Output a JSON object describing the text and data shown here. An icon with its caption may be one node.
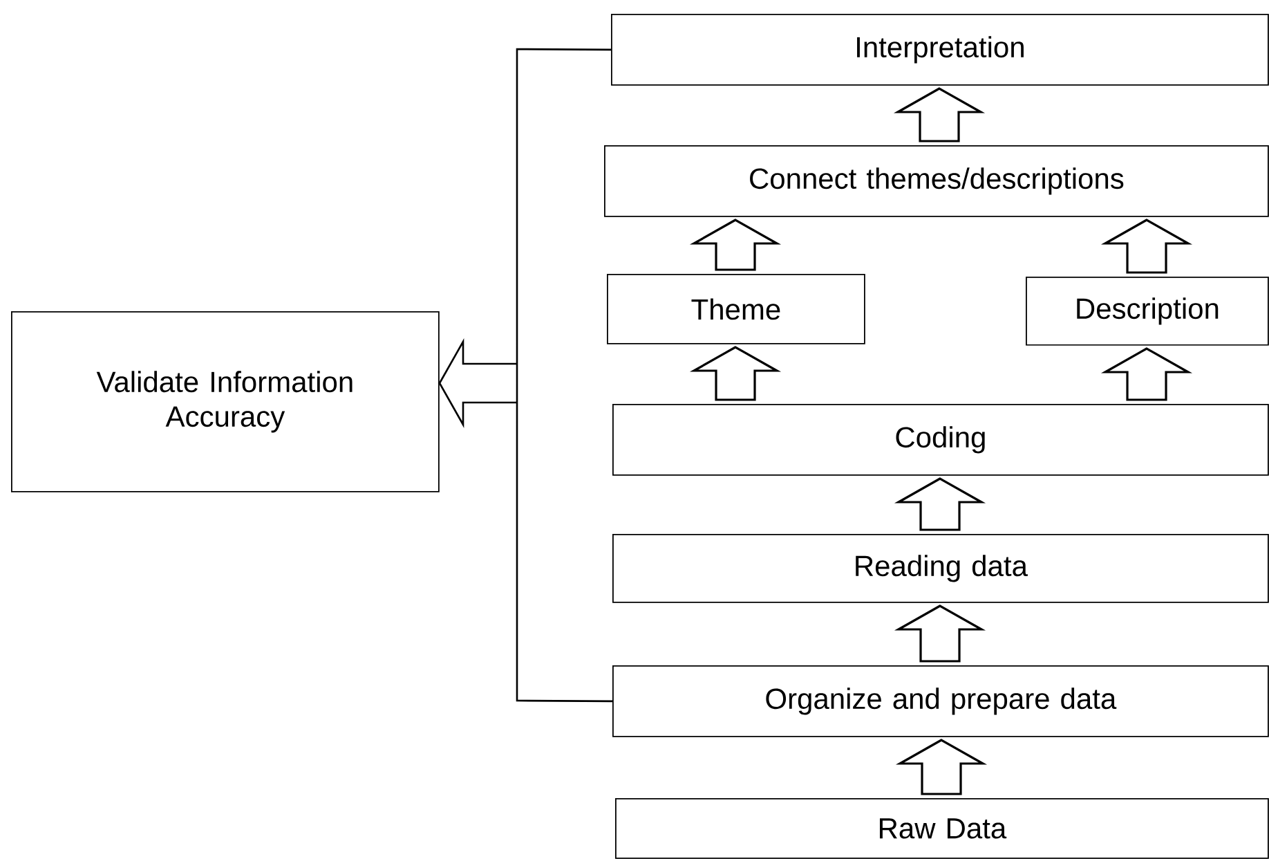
{
  "diagram": {
    "nodes": [
      {
        "text": [
          "Validate Information Accuracy"
        ]
      },
      {
        "text": [
          "Interpretation"
        ]
      },
      {
        "text": [
          "Connect themes/descriptions"
        ]
      },
      {
        "text": [
          "Theme"
        ]
      },
      {
        "text": [
          "Description"
        ]
      },
      {
        "text": [
          "Coding"
        ]
      },
      {
        "text": [
          "Reading data"
        ]
      },
      {
        "text": [
          "Organize and prepare data"
        ]
      },
      {
        "text": [
          "Raw Data"
        ]
      }
    ],
    "edges": [
      {
        "from": 8,
        "to": 7,
        "arrow": "to"
      },
      {
        "from": 7,
        "to": 6,
        "arrow": "to"
      },
      {
        "from": 6,
        "to": 5,
        "arrow": "to"
      },
      {
        "from": 5,
        "to": 3,
        "arrow": "to"
      },
      {
        "from": 5,
        "to": 4,
        "arrow": "to"
      },
      {
        "from": 3,
        "to": 2,
        "arrow": "to"
      },
      {
        "from": 4,
        "to": 2,
        "arrow": "to"
      },
      {
        "from": 2,
        "to": 1,
        "arrow": "to"
      },
      {
        "from": 1,
        "to": 0,
        "arrow": "to"
      },
      {
        "from": 7,
        "to": 0,
        "arrow": "to"
      }
    ]
  }
}
